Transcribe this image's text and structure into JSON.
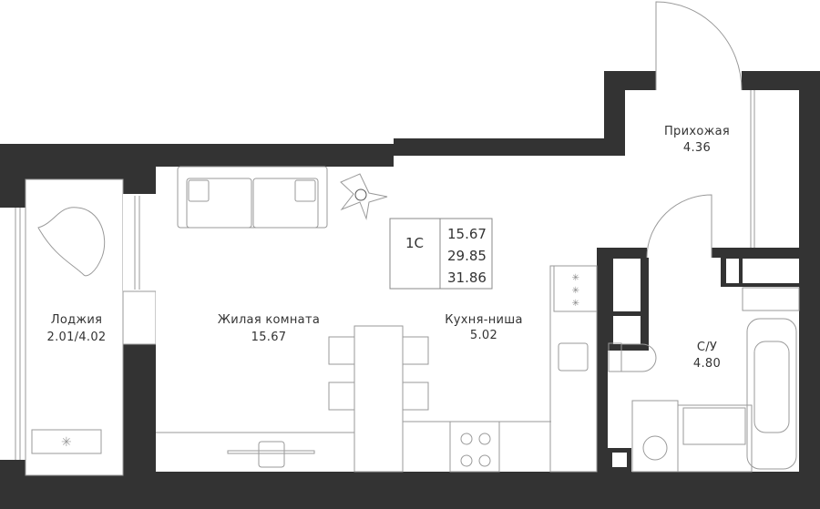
{
  "plan": {
    "apartment_type": "1С",
    "areas": [
      "15.67",
      "29.85",
      "31.86"
    ],
    "rooms": [
      {
        "name": "Лоджия",
        "area": "2.01/4.02"
      },
      {
        "name": "Жилая комната",
        "area": "15.67"
      },
      {
        "name": "Кухня-ниша",
        "area": "5.02"
      },
      {
        "name": "Прихожая",
        "area": "4.36"
      },
      {
        "name": "С/У",
        "area": "4.80"
      }
    ],
    "colors": {
      "wall": "#333333",
      "furniture": "#9a9a9a",
      "background": "#ffffff"
    }
  }
}
